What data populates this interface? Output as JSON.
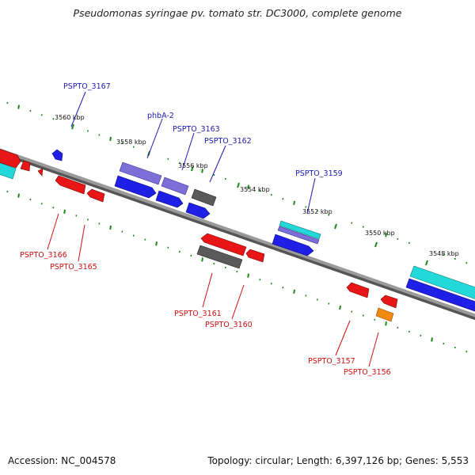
{
  "title": "Pseudomonas syringae pv. tomato str. DC3000, complete genome",
  "footer": {
    "accession": "Accession: NC_004578",
    "summary": "Topology: circular; Length: 6,397,126 bp; Genes: 5,553"
  },
  "colors": {
    "plus_gene": "#1f1fe6",
    "plus_gene_light": "#7c6fd8",
    "minus_gene": "#e81616",
    "other_gene": "#5a5a5a",
    "rna": "#22d8d8",
    "highlight": "#f08a10",
    "label_plus": "#1a1ab3",
    "label_minus": "#cc1111",
    "tick": "#1a8a1a",
    "backbone": "#8a8a8a"
  },
  "scale_ticks": [
    {
      "label": "3560 kbp"
    },
    {
      "label": "3558 kbp"
    },
    {
      "label": "3556 kbp"
    },
    {
      "label": "3554 kbp"
    },
    {
      "label": "3552 kbp"
    },
    {
      "label": "3550 kbp"
    },
    {
      "label": "3548 kbp"
    }
  ],
  "gene_labels_plus": [
    {
      "text": "PSPTO_3167"
    },
    {
      "text": "phbA-2"
    },
    {
      "text": "PSPTO_3163"
    },
    {
      "text": "PSPTO_3162"
    },
    {
      "text": "PSPTO_3159"
    }
  ],
  "gene_labels_minus": [
    {
      "text": "PSPTO_3166"
    },
    {
      "text": "PSPTO_3165"
    },
    {
      "text": "PSPTO_3161"
    },
    {
      "text": "PSPTO_3160"
    },
    {
      "text": "PSPTO_3157"
    },
    {
      "text": "PSPTO_3156"
    }
  ]
}
